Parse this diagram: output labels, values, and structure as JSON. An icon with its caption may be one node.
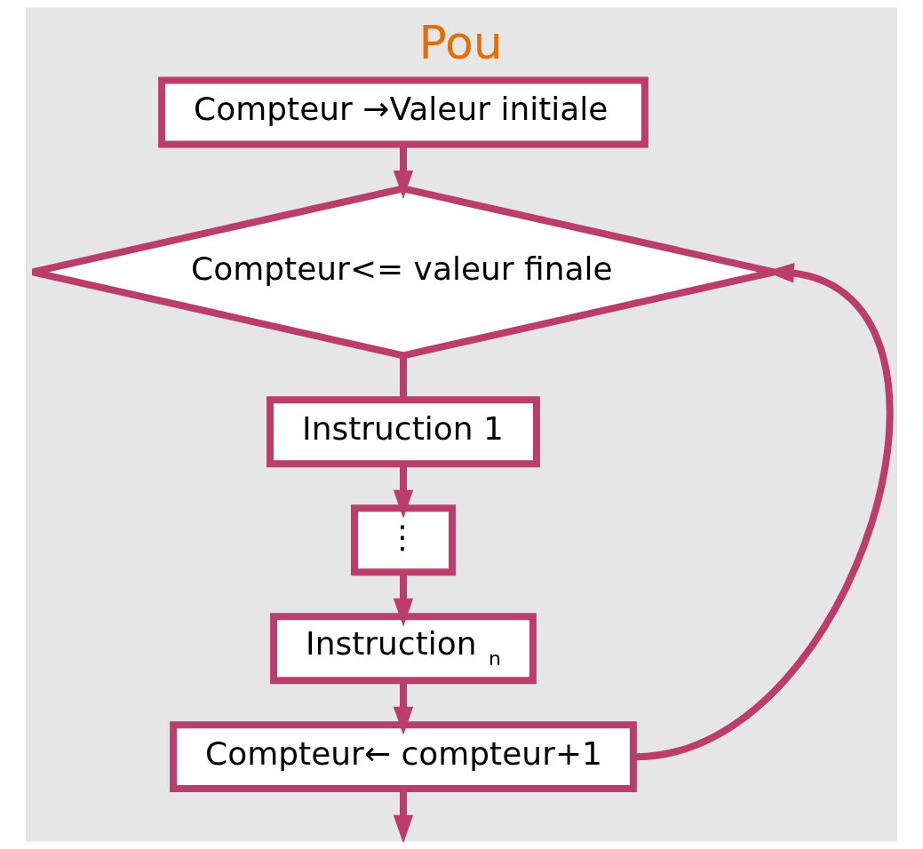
{
  "diagram": {
    "title": "Pou",
    "nodes": [
      {
        "text": [
          "Compteur →Valeur initiale"
        ]
      },
      {
        "text": [
          "Compteur<= valeur finale"
        ]
      },
      {
        "text": [
          "Instruction 1"
        ]
      },
      {
        "text": [
          "⋮"
        ]
      },
      {
        "text": [
          "Instruction $_{n}$"
        ]
      },
      {
        "text": [
          "Compteur← compteur+1"
        ]
      }
    ],
    "edges": [
      {
        "from": 0,
        "to": 1,
        "arrow": "to"
      },
      {
        "from": 1,
        "to": 2,
        "arrow": "none"
      },
      {
        "from": 2,
        "to": 3,
        "arrow": "to"
      },
      {
        "from": 3,
        "to": 4,
        "arrow": "to"
      },
      {
        "from": 4,
        "to": 5,
        "arrow": "to"
      },
      {
        "from": 5,
        "to": null,
        "arrow": "to"
      },
      {
        "from": 5,
        "to": 1,
        "arrow": "to"
      }
    ]
  }
}
